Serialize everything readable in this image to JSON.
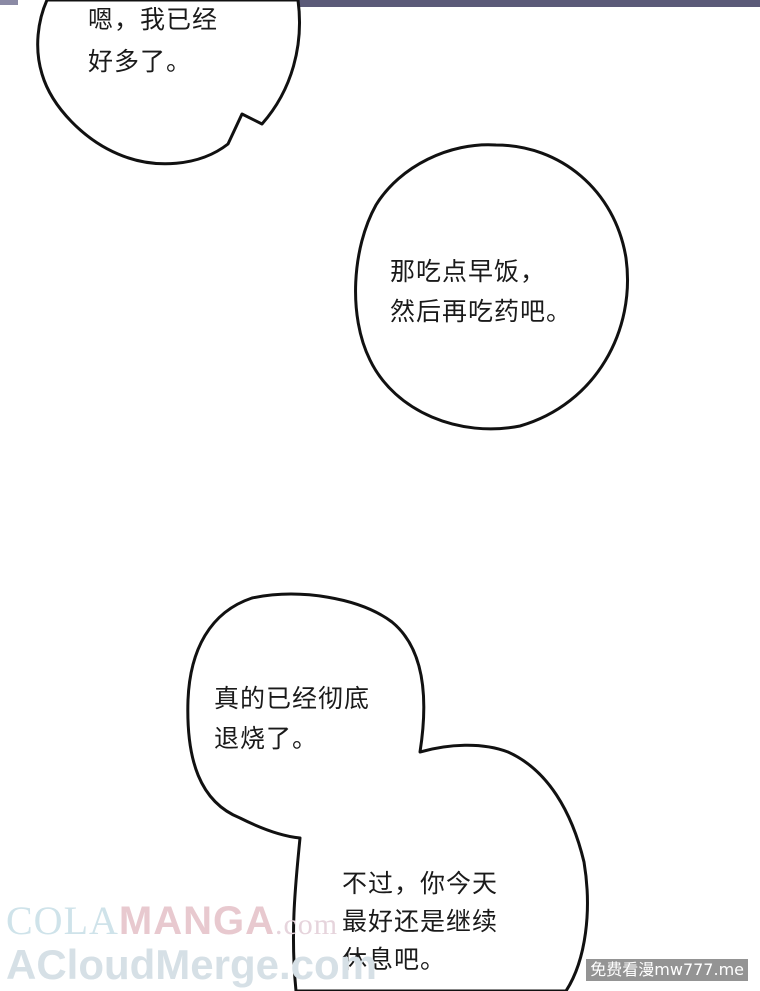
{
  "bubbles": [
    {
      "lines": [
        "嗯，我已经",
        "好多了。"
      ]
    },
    {
      "lines": [
        "那吃点早饭，",
        "然后再吃药吧。"
      ]
    },
    {
      "lines": [
        "真的已经彻底",
        "退烧了。"
      ]
    },
    {
      "lines": [
        "不过，你今天",
        "最好还是继续",
        "休息吧。"
      ]
    }
  ],
  "watermarks": {
    "cola": "COLA",
    "manga": "MANGA",
    "dotcom": ".com",
    "acloud": "ACloudMerge.com",
    "site": "免费看漫mw777.me"
  }
}
